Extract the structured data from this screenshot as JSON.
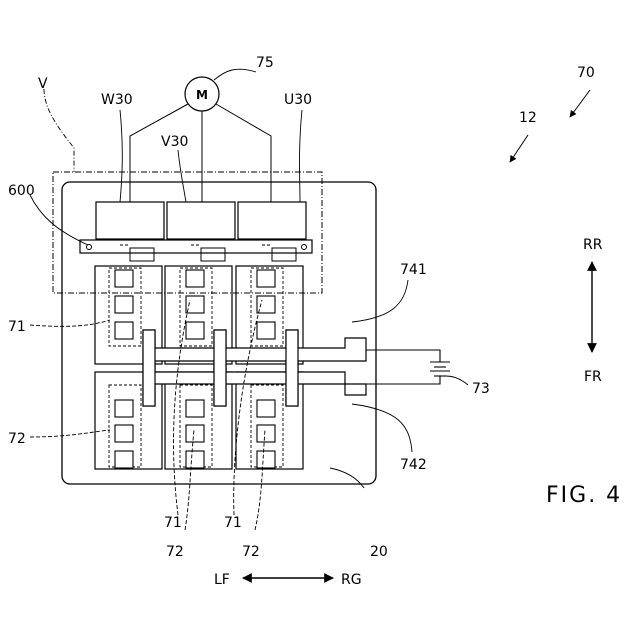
{
  "figure": {
    "caption": "FIG. 4",
    "labels": {
      "v": "V",
      "w30": "W30",
      "v30": "V30",
      "u30": "U30",
      "motor_ref": "75",
      "motor_symbol": "M",
      "ref_70": "70",
      "ref_12": "12",
      "ref_600": "600",
      "ref_741": "741",
      "ref_742": "742",
      "ref_73": "73",
      "ref_71_left": "71",
      "ref_72_left": "72",
      "ref_71_b1": "71",
      "ref_71_b2": "71",
      "ref_72_b1": "72",
      "ref_72_b2": "72",
      "ref_20": "20"
    },
    "directions": {
      "rr": "RR",
      "fr": "FR",
      "lf": "LF",
      "rg": "RG"
    }
  }
}
